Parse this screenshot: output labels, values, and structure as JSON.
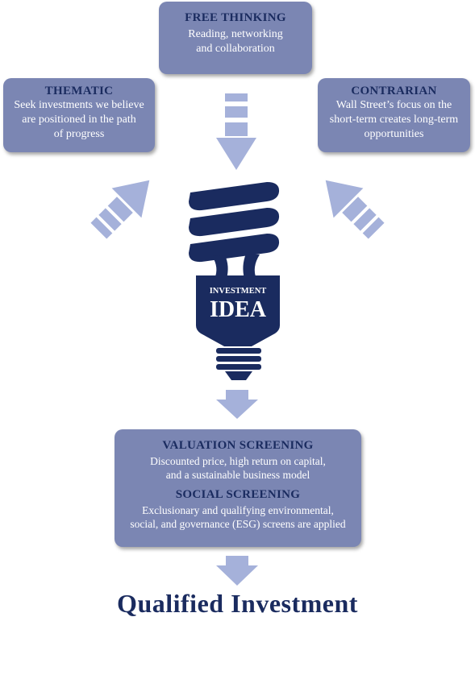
{
  "free_thinking": {
    "title": "FREE THINKING",
    "line1": "Reading, networking",
    "line2": "and collaboration"
  },
  "thematic": {
    "title": "THEMATIC",
    "line1": "Seek investments we believe",
    "line2": "are positioned in the path",
    "line3": "of progress"
  },
  "contrarian": {
    "title": "CONTRARIAN",
    "line1": "Wall Street’s focus on the",
    "line2": "short-term creates long-term",
    "line3": "opportunities"
  },
  "bulb": {
    "label_small": "INVESTMENT",
    "label_big": "IDEA"
  },
  "screening": {
    "valuation_title": "VALUATION SCREENING",
    "valuation_line1": "Discounted price, high return on capital,",
    "valuation_line2": "and a sustainable business model",
    "social_title": "SOCIAL SCREENING",
    "social_line1": "Exclusionary and qualifying environmental,",
    "social_line2": "social, and governance (ESG) screens are applied"
  },
  "result": "Qualified Investment",
  "colors": {
    "box": "#7b86b3",
    "arrow": "#a5b1da",
    "navy": "#1a2b5f"
  }
}
